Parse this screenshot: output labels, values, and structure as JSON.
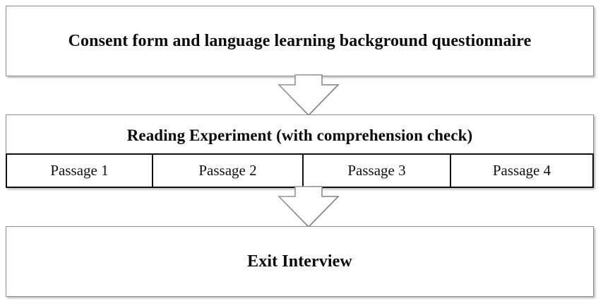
{
  "diagram": {
    "title": "Experiment procedure flowchart",
    "orientation": "vertical",
    "accent_color": "#111111",
    "border_color": "#8c8c8c",
    "background_color": "#ffffff"
  },
  "stages": {
    "consent": {
      "label": "Consent form and language learning background questionnaire"
    },
    "reading": {
      "label": "Reading Experiment (with comprehension check)",
      "passages": [
        {
          "label": "Passage 1"
        },
        {
          "label": "Passage 2"
        },
        {
          "label": "Passage 3"
        },
        {
          "label": "Passage 4"
        }
      ]
    },
    "exit": {
      "label": "Exit Interview"
    }
  },
  "connectors": [
    {
      "name": "consent-to-reading",
      "direction": "down"
    },
    {
      "name": "reading-to-exit",
      "direction": "down"
    }
  ]
}
